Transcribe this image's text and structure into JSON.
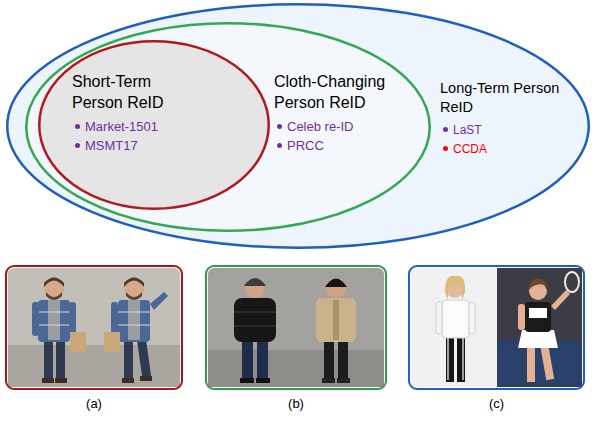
{
  "diagram": {
    "nodes": [
      {
        "text": [
          "Long-Term Person ReID",
          "LaST",
          "CCDA"
        ]
      },
      {
        "text": [
          "Cloth-Changing Person ReID",
          "Celeb re-ID",
          "PRCC"
        ],
        "in": 0
      },
      {
        "text": [
          "Short-Term Person ReID",
          "Market-1501",
          "MSMT17"
        ],
        "in": 1
      },
      {
        "text": [
          "(a)"
        ]
      },
      {
        "text": [
          "(b)"
        ]
      },
      {
        "text": [
          "(c)"
        ]
      }
    ]
  }
}
